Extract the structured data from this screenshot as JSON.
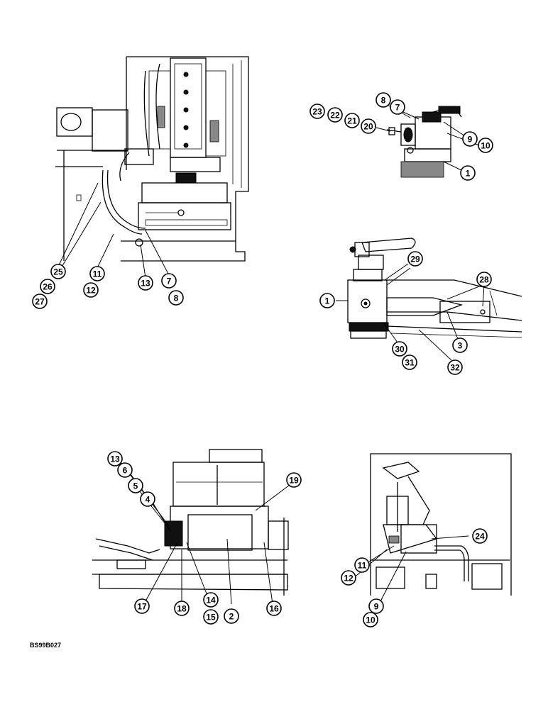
{
  "figure_code": "BS99B027",
  "views": [
    {
      "name": "engine-compartment-view",
      "callouts": [
        "25",
        "26",
        "27",
        "11",
        "12",
        "13",
        "7",
        "8"
      ]
    },
    {
      "name": "valve-detail-view",
      "callouts": [
        "8",
        "7",
        "23",
        "22",
        "21",
        "20",
        "9",
        "10",
        "1"
      ]
    },
    {
      "name": "valve-mounting-view",
      "callouts": [
        "29",
        "28",
        "1",
        "3",
        "30",
        "31",
        "32"
      ]
    },
    {
      "name": "filter-side-view",
      "callouts": [
        "13",
        "6",
        "5",
        "4",
        "19",
        "17",
        "18",
        "14",
        "15",
        "2",
        "16"
      ]
    },
    {
      "name": "reservoir-view",
      "callouts": [
        "24",
        "11",
        "12",
        "9",
        "10"
      ]
    }
  ]
}
